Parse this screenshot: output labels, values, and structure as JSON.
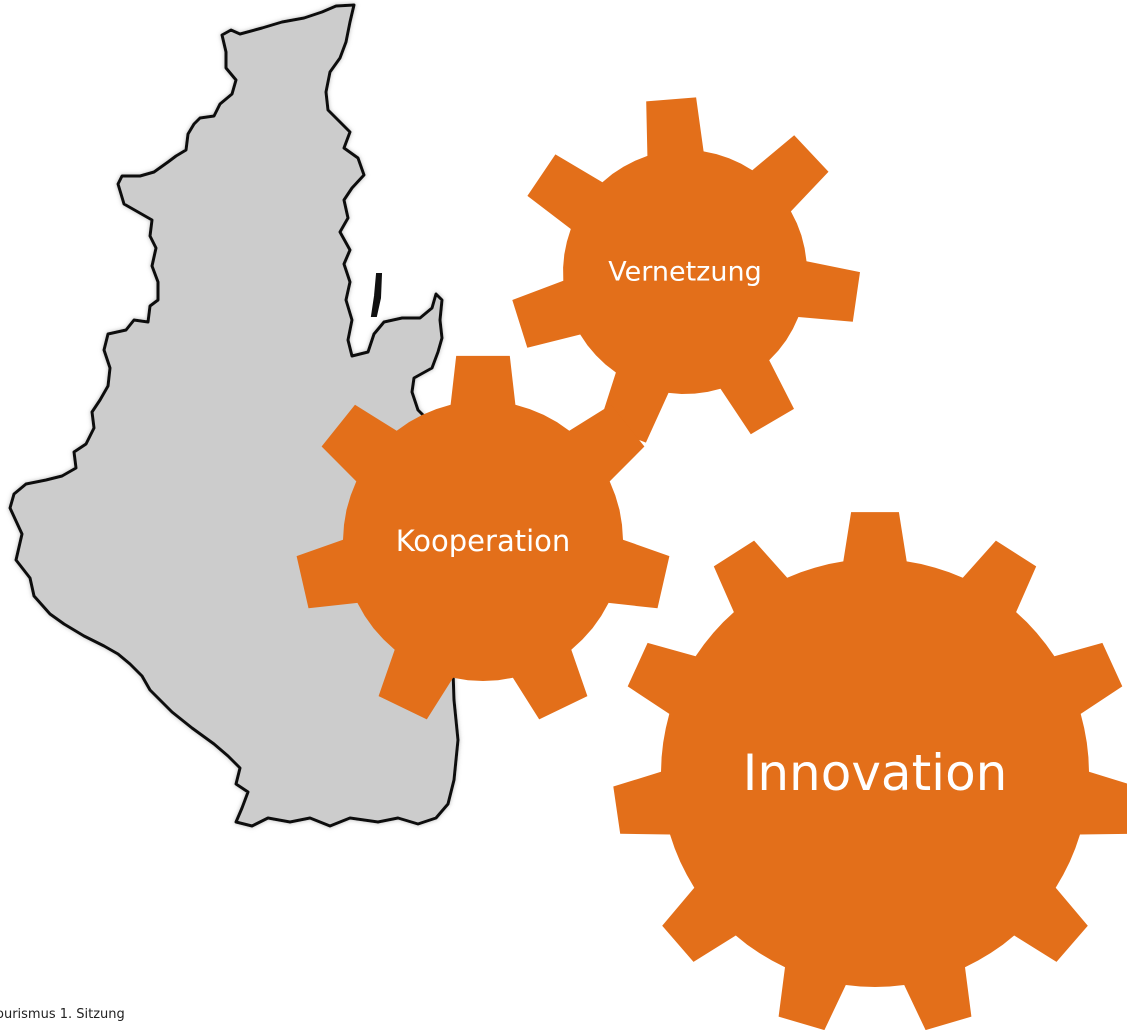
{
  "colors": {
    "gear": "#e36f1a",
    "map_fill": "#cccccc",
    "map_stroke": "#111111",
    "label": "#ffffff"
  },
  "gears": [
    {
      "id": "vernetzung",
      "label": "Vernetzung",
      "teeth": 7
    },
    {
      "id": "kooperation",
      "label": "Kooperation",
      "teeth": 7
    },
    {
      "id": "innovation",
      "label": "Innovation",
      "teeth": 11
    }
  ],
  "footer": {
    "text": "ourismus 1. Sitzung"
  }
}
